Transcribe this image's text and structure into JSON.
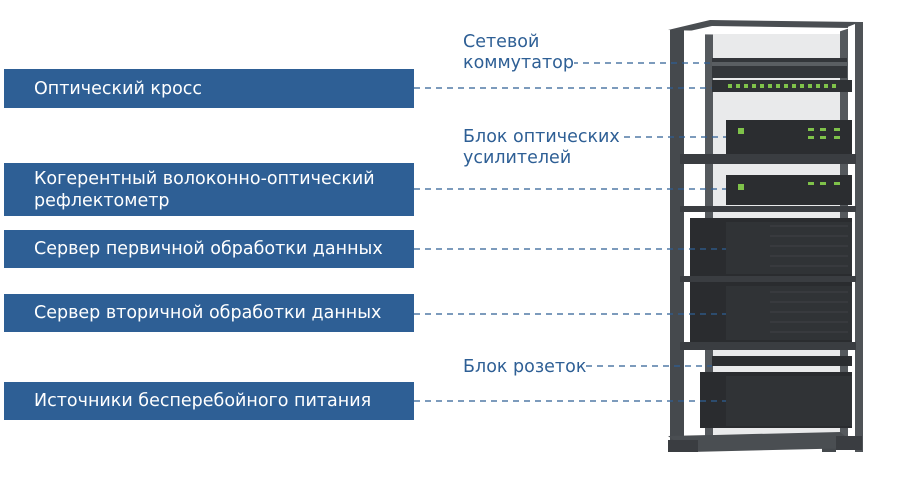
{
  "colors": {
    "label_bg": "#2e5f95",
    "label_text": "#ffffff",
    "callout_text": "#2e5f95",
    "leader_line": "#2e5f95",
    "rack_frame": "#3c3f42",
    "equipment": "#2b2d30",
    "led_green": "#7fc24a"
  },
  "left_labels": [
    "Оптический кросс",
    "Когерентный волоконно-оптический\nрефлектометр",
    "Сервер первичной обработки данных",
    "Сервер вторичной обработки данных",
    "Источники бесперебойного питания"
  ],
  "right_labels": [
    "Сетевой\nкоммутатор",
    "Блок оптических\nусилителей",
    "Блок розеток"
  ],
  "illustration": "server-rack-icon"
}
